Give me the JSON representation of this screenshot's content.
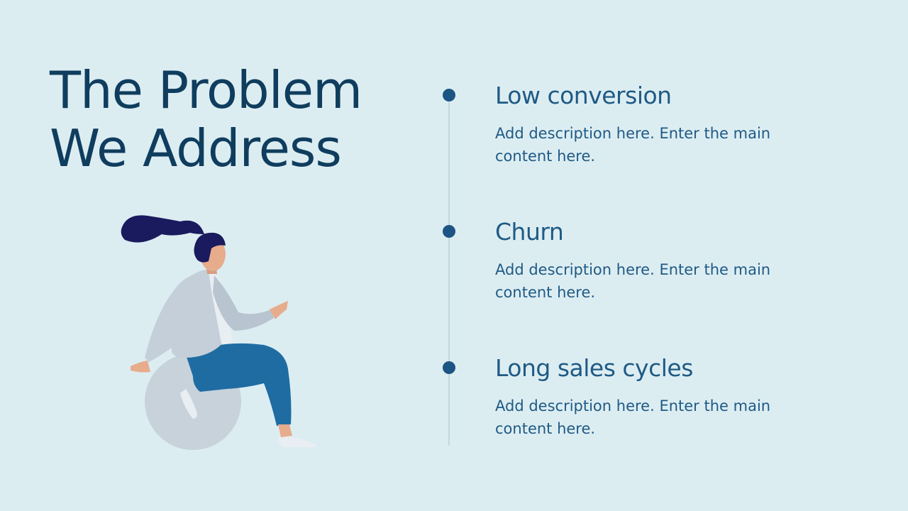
{
  "slide": {
    "title_line1": "The Problem",
    "title_line2": "We Address",
    "items": [
      {
        "title": "Low conversion",
        "description": "Add description here. Enter the main content here."
      },
      {
        "title": "Churn",
        "description": "Add description here. Enter the main content here."
      },
      {
        "title": "Long sales cycles",
        "description": "Add description here. Enter the main content here."
      }
    ]
  },
  "colors": {
    "background": "#dcedf2",
    "title": "#0f3d5e",
    "accent": "#1c5583",
    "text": "#1f5a84",
    "timeline": "#c3d7e0"
  },
  "illustration": {
    "icon": "woman-sitting-on-exercise-ball-illustration"
  }
}
